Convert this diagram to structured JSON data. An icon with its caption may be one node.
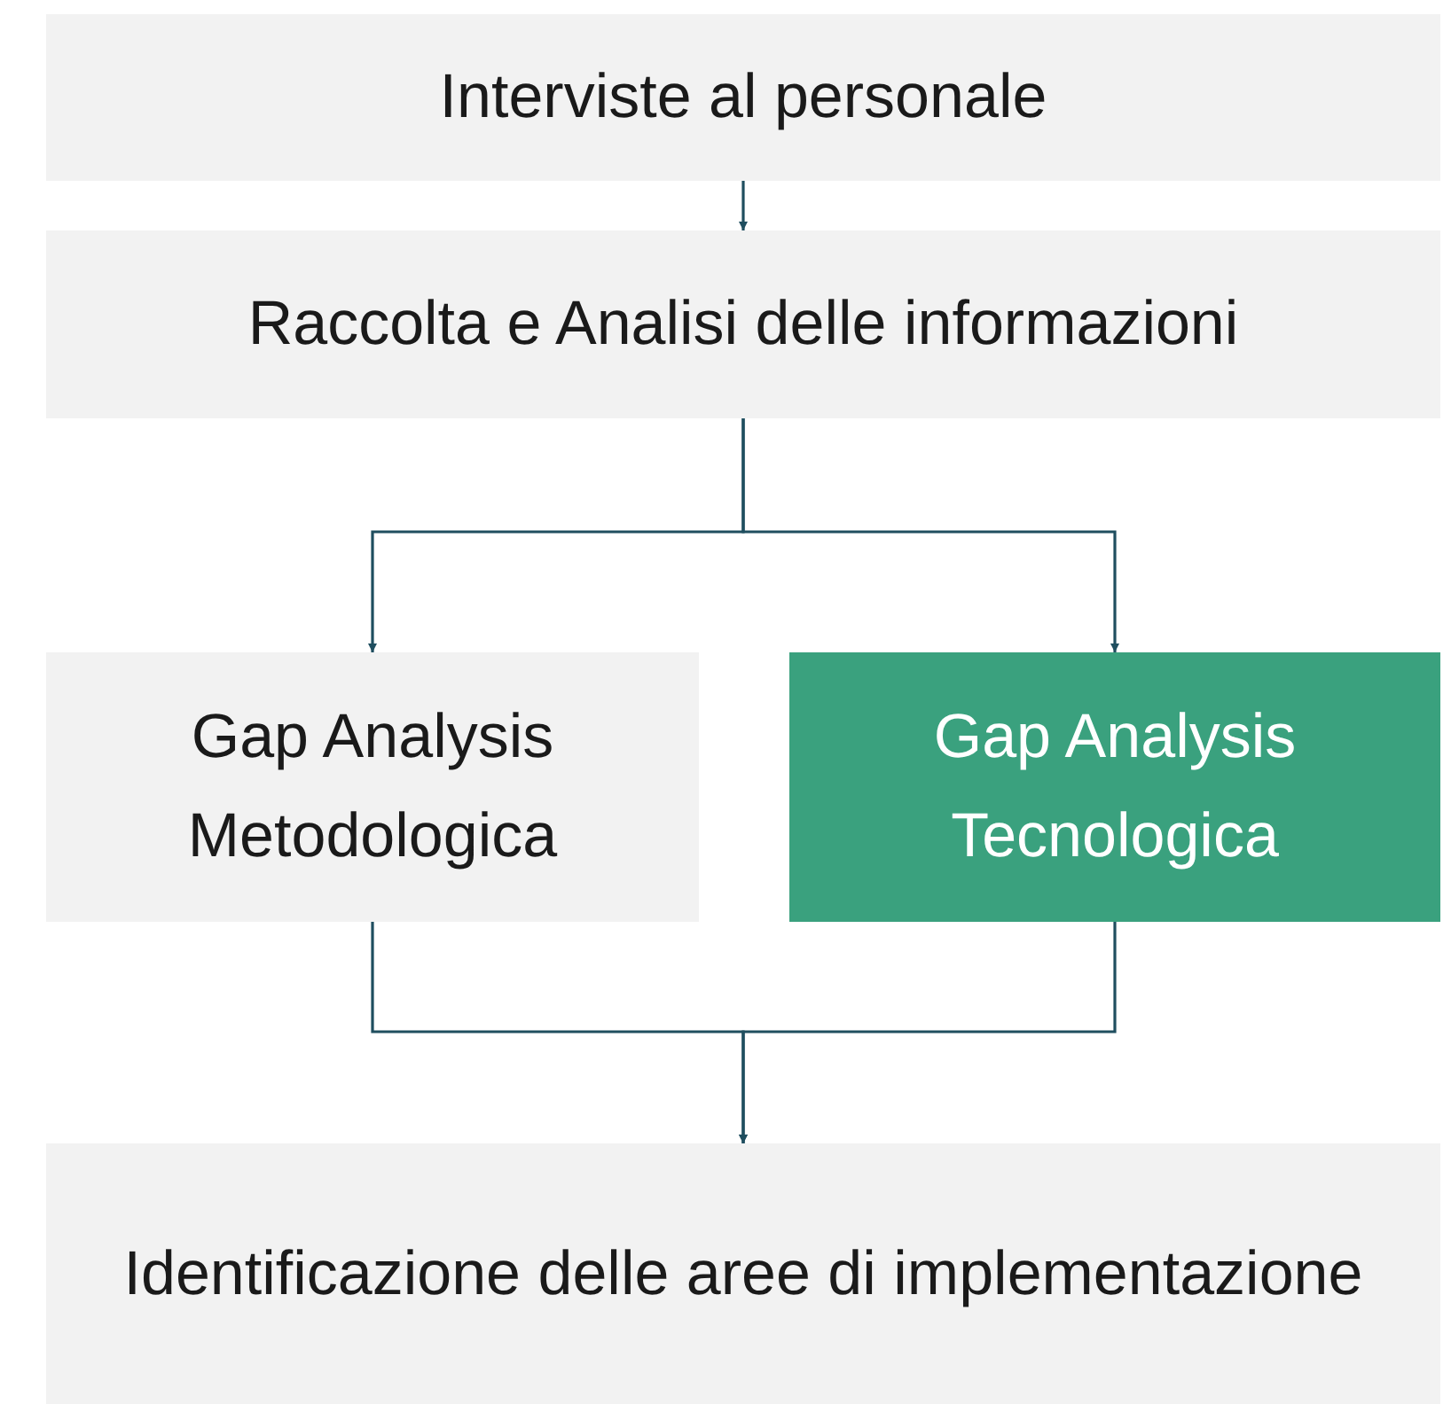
{
  "diagram": {
    "nodes": [
      {
        "text": [
          "Interviste al personale"
        ]
      },
      {
        "text": [
          "Raccolta e Analisi delle informazioni"
        ]
      },
      {
        "text": [
          "Gap Analysis Metodologica"
        ]
      },
      {
        "text": [
          "Gap Analysis Tecnologica"
        ]
      },
      {
        "text": [
          "Identificazione delle aree di implementazione"
        ]
      }
    ],
    "edges": [
      {
        "from": 0,
        "to": 1,
        "arrow": "to"
      },
      {
        "from": 1,
        "to": 2,
        "arrow": "to"
      },
      {
        "from": 1,
        "to": 3,
        "arrow": "to"
      },
      {
        "from": 2,
        "to": 4,
        "arrow": "to"
      },
      {
        "from": 3,
        "to": 4,
        "arrow": "to"
      }
    ]
  }
}
